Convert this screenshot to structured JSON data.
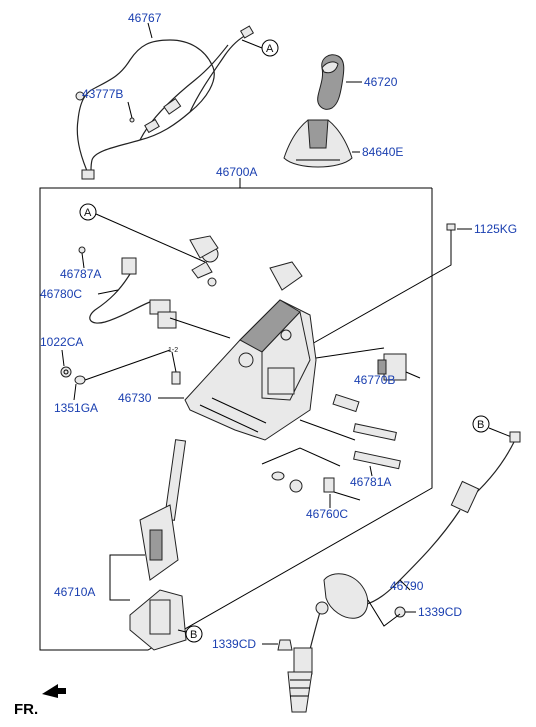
{
  "labels": {
    "p46767": "46767",
    "p43777B": "43777B",
    "p46720": "46720",
    "p84640E": "84640E",
    "p46700A": "46700A",
    "p1125KG": "1125KG",
    "p46787A": "46787A",
    "p46780C": "46780C",
    "p1022CA": "1022CA",
    "p1351GA": "1351GA",
    "p46730": "46730",
    "p46770B": "46770B",
    "p46781A": "46781A",
    "p46760C": "46760C",
    "p46710A": "46710A",
    "p46790": "46790",
    "p1339CD_right": "1339CD",
    "p1339CD_left": "1339CD"
  },
  "refs": {
    "a_top": "A",
    "a_inner": "A",
    "b_right": "B",
    "b_lower": "B",
    "fr": "FR."
  },
  "colors": {
    "label": "#1a3fb0",
    "line": "#000000",
    "part_fill": "#e9e9e9"
  },
  "icons": {
    "fr_arrow": "fr-arrow-icon"
  }
}
